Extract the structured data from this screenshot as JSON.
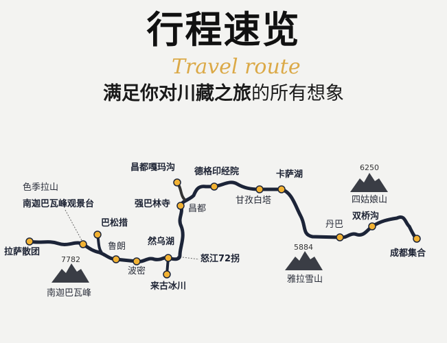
{
  "header": {
    "title": "行程速览",
    "script": "Travel route",
    "subtitle_bold": "满足你对川藏之旅",
    "subtitle_rest": "的所有想象"
  },
  "colors": {
    "route": "#1c2438",
    "stop": "#f2b233",
    "text": "#1e2230"
  },
  "stops": [
    {
      "name": "拉萨散团",
      "bold": true
    },
    {
      "name": "南迦巴瓦峰观景台",
      "bold": true,
      "sub": "色季拉山"
    },
    {
      "name": "巴松措",
      "bold": true
    },
    {
      "name": "鲁朗",
      "bold": false
    },
    {
      "name": "波密",
      "bold": false
    },
    {
      "name": "然乌湖",
      "bold": true
    },
    {
      "name": "来古冰川",
      "bold": true
    },
    {
      "name": "怒江72拐",
      "bold": true
    },
    {
      "name": "强巴林寺",
      "bold": true
    },
    {
      "name": "昌都",
      "bold": false
    },
    {
      "name": "昌都嘎玛沟",
      "bold": true
    },
    {
      "name": "德格印经院",
      "bold": true
    },
    {
      "name": "甘孜白塔",
      "bold": false
    },
    {
      "name": "卡萨湖",
      "bold": true
    },
    {
      "name": "丹巴",
      "bold": false
    },
    {
      "name": "双桥沟",
      "bold": true
    },
    {
      "name": "成都集合",
      "bold": true
    }
  ],
  "mountains": [
    {
      "name": "南迦巴瓦峰",
      "elevation": "7782"
    },
    {
      "name": "雅拉雪山",
      "elevation": "5884"
    },
    {
      "name": "四姑娘山",
      "elevation": "6250"
    }
  ]
}
